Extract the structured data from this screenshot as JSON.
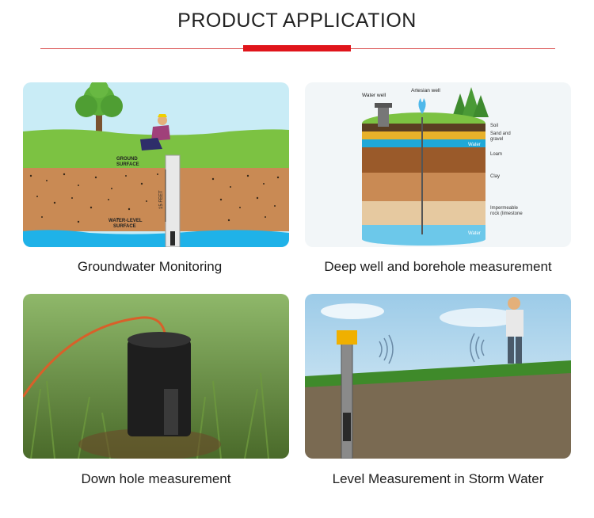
{
  "header": {
    "title": "PRODUCT APPLICATION"
  },
  "applications": [
    {
      "caption": "Groundwater Monitoring",
      "image": {
        "ground_label": "GROUND\nSURFACE",
        "ground_label_1": "GROUND",
        "ground_label_2": "SURFACE",
        "depth_label": "15 FEET",
        "water_label_1": "WATER-LEVEL",
        "water_label_2": "SURFACE"
      }
    },
    {
      "caption": "Deep well and borehole measurement",
      "image": {
        "water_well_label": "Water well",
        "artesian_label": "Artesian well",
        "layers": [
          "Soil",
          "Sand and gravel",
          "Water",
          "Loam",
          "Clay",
          "Impermeable rock (limestone",
          "Water"
        ],
        "layer_soil": "Soil",
        "layer_sand_1": "Sand and",
        "layer_sand_2": "gravel",
        "layer_water_top": "Water",
        "layer_loam": "Loam",
        "layer_clay": "Clay",
        "layer_rock_1": "Impermeable",
        "layer_rock_2": "rock (limestone",
        "layer_water_bottom": "Water"
      }
    },
    {
      "caption": "Down hole measurement"
    },
    {
      "caption": "Level Measurement in Storm Water"
    }
  ],
  "colors": {
    "accent": "#e0151b",
    "rule": "#d94a4a",
    "sky1": "#cfe9f2",
    "grass": "#7cc242",
    "soil": "#c98a54",
    "water": "#1fb2e8"
  }
}
